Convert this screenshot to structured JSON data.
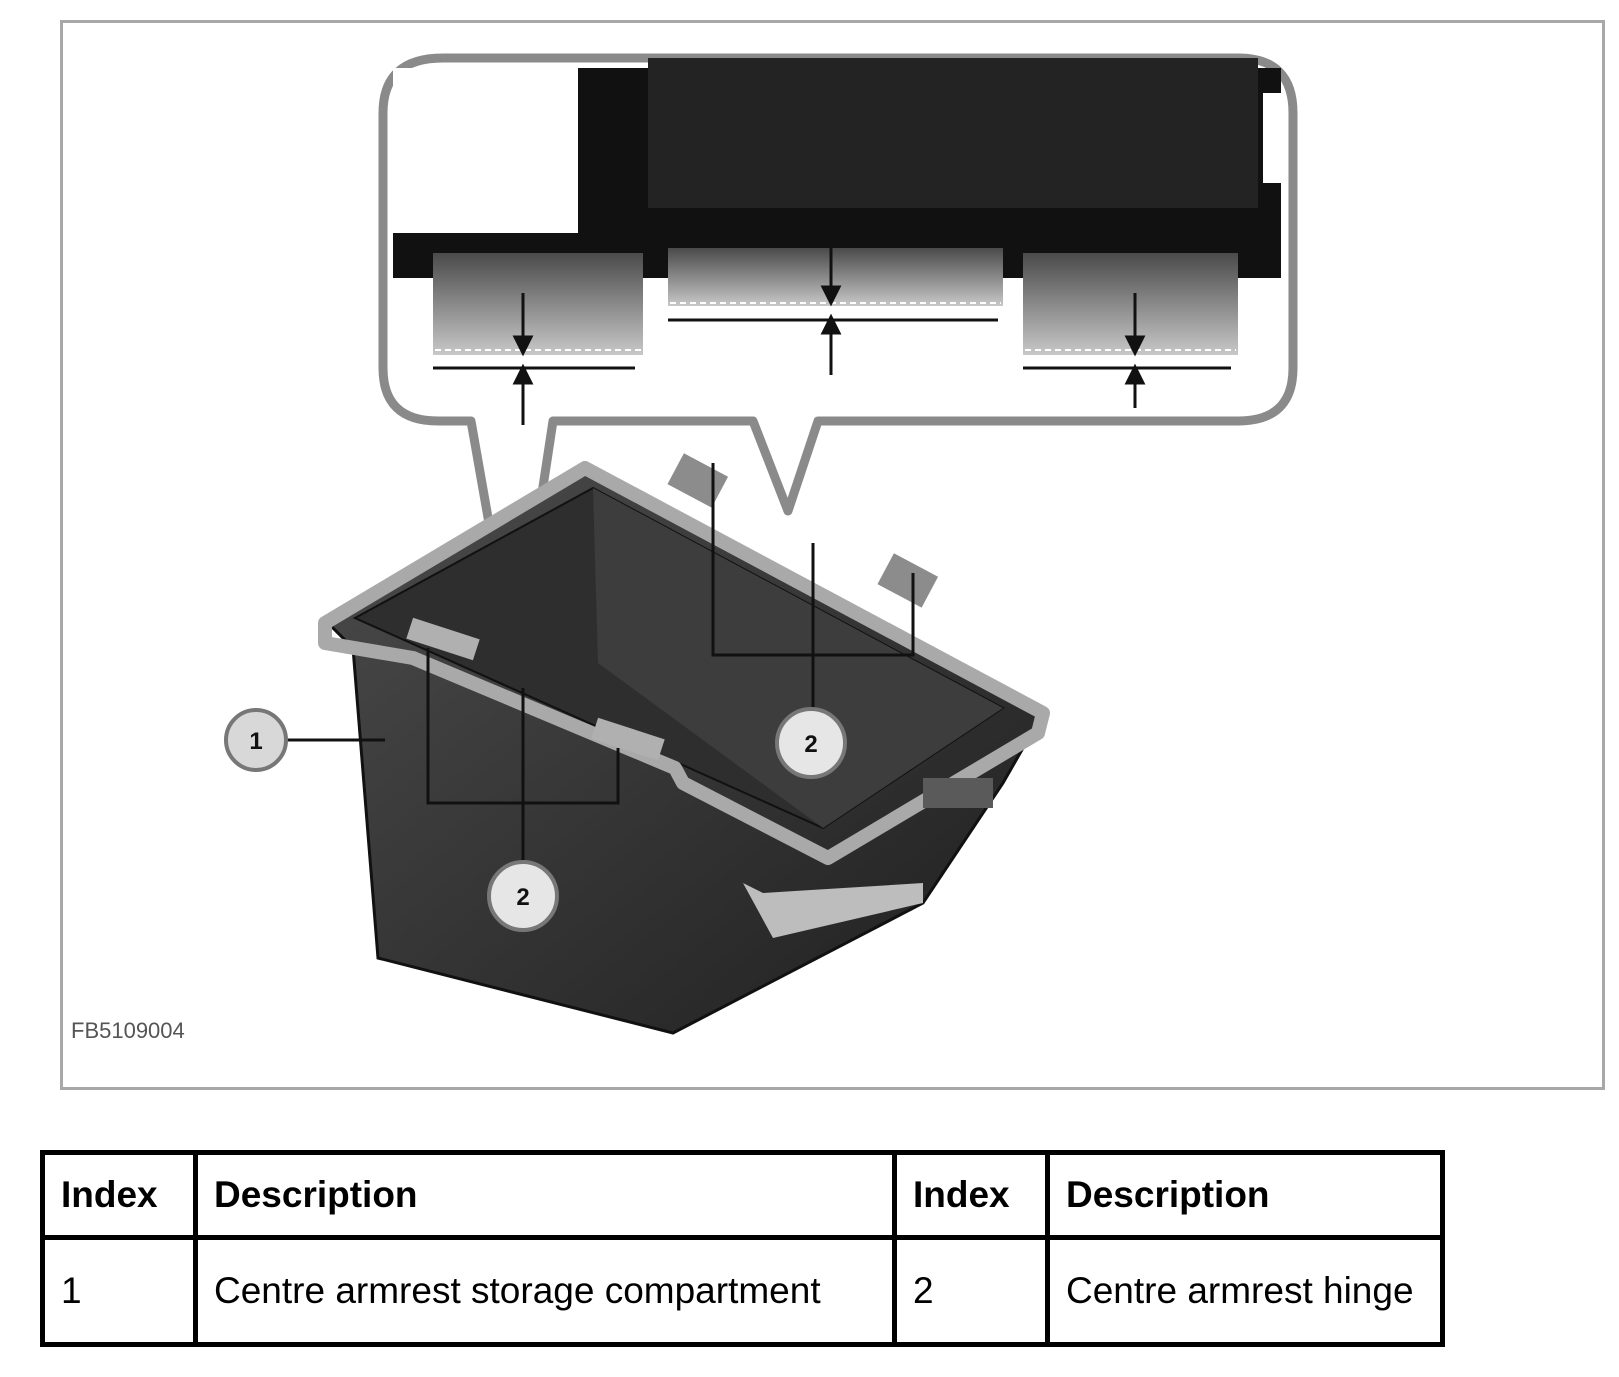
{
  "figure": {
    "code": "FB5109004",
    "callouts": [
      {
        "label": "1"
      },
      {
        "label": "2"
      },
      {
        "label": "2"
      }
    ]
  },
  "table": {
    "headers": [
      "Index",
      "Description",
      "Index",
      "Description"
    ],
    "rows": [
      [
        "1",
        "Centre armrest storage compartment",
        "2",
        "Centre armrest hinge"
      ]
    ]
  },
  "colors": {
    "frame": "#a8a8a8",
    "part_dark": "#3a3a3a",
    "part_rim": "#9a9a9a",
    "table_border": "#000000"
  }
}
